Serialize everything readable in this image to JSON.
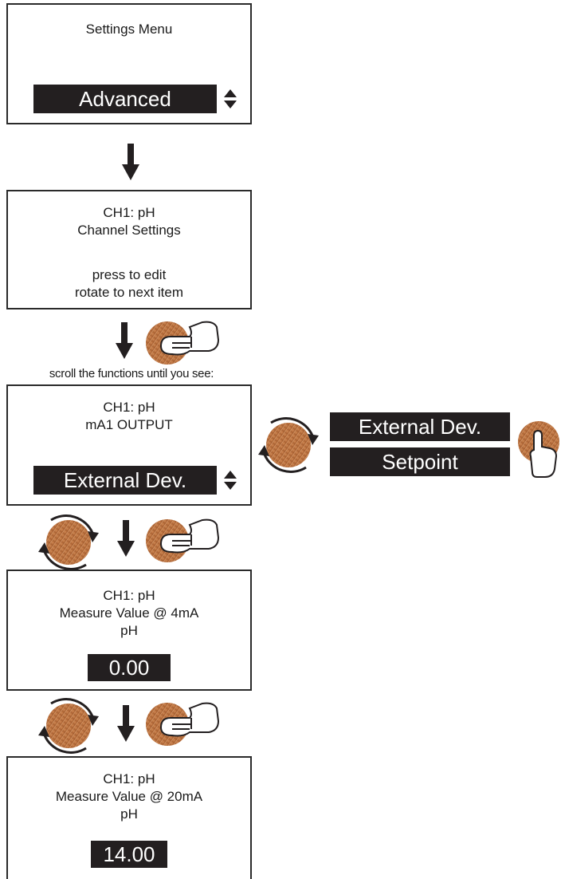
{
  "screens": [
    {
      "lines": [
        "Settings Menu"
      ],
      "selector": "Advanced"
    },
    {
      "lines": [
        "CH1: pH",
        "Channel Settings",
        "",
        "press to edit",
        "rotate to next item"
      ]
    },
    {
      "lines": [
        "CH1: pH",
        "mA1 OUTPUT"
      ],
      "selector": "External Dev."
    },
    {
      "lines": [
        "CH1: pH",
        "Measure Value @ 4mA",
        "pH"
      ],
      "value": "0.00"
    },
    {
      "lines": [
        "CH1: pH",
        "Measure Value @ 20mA",
        "pH"
      ],
      "value": "14.00"
    }
  ],
  "scroll_instruction": "scroll the functions until you see:",
  "options": [
    "External Dev.",
    "Setpoint"
  ],
  "icons": {
    "flow_arrow": "down-arrow-icon",
    "push_knob": "knob-press-icon",
    "rotate_knob": "knob-rotate-icon",
    "scroll_updown": "up-down-triangle-icon"
  },
  "colors": {
    "display_bar": "#231f20",
    "knob": "#b26b3c",
    "knob_stripe": "#d89a68"
  }
}
